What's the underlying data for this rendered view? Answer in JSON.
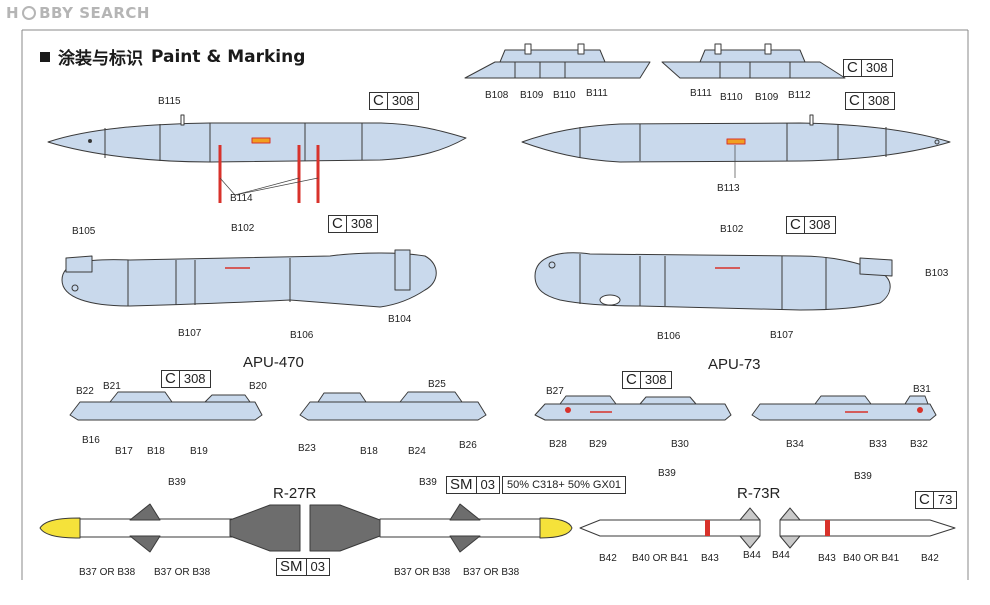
{
  "watermark": {
    "text_left": "H",
    "text_right": "BBY SEARCH"
  },
  "header": {
    "title_cn": "涂装与标识",
    "title_en": "Paint & Marking"
  },
  "designations": {
    "apu470": "APU-470",
    "apu73": "APU-73",
    "r27r": "R-27R",
    "r73r": "R-73R"
  },
  "color_codes": {
    "c308": {
      "prefix": "C",
      "num": "308"
    },
    "c73": {
      "prefix": "C",
      "num": "73"
    },
    "sm03": {
      "prefix": "SM",
      "num": "03"
    },
    "mix": "50% C318+ 50% GX01"
  },
  "parts": {
    "b16": "B16",
    "b17": "B17",
    "b18": "B18",
    "b19": "B19",
    "b20": "B20",
    "b21": "B21",
    "b22": "B22",
    "b23": "B23",
    "b24": "B24",
    "b25": "B25",
    "b26": "B26",
    "b27": "B27",
    "b28": "B28",
    "b29": "B29",
    "b30": "B30",
    "b31": "B31",
    "b32": "B32",
    "b33": "B33",
    "b34": "B34",
    "b37or38": "B37 OR B38",
    "b39": "B39",
    "b40or41": "B40 OR B41",
    "b42": "B42",
    "b43": "B43",
    "b44": "B44",
    "b102": "B102",
    "b103": "B103",
    "b104": "B104",
    "b105": "B105",
    "b106": "B106",
    "b107": "B107",
    "b108": "B108",
    "b109": "B109",
    "b110": "B110",
    "b111": "B111",
    "b112": "B112",
    "b113": "B113",
    "b114": "B114",
    "b115": "B115"
  },
  "colors": {
    "fuselage": "#c9d9ec",
    "outline": "#3a3a3a",
    "red": "#d8322b",
    "orange": "#f0a020",
    "seeker": "#f5e23a",
    "dark": "#6d6d6d"
  }
}
